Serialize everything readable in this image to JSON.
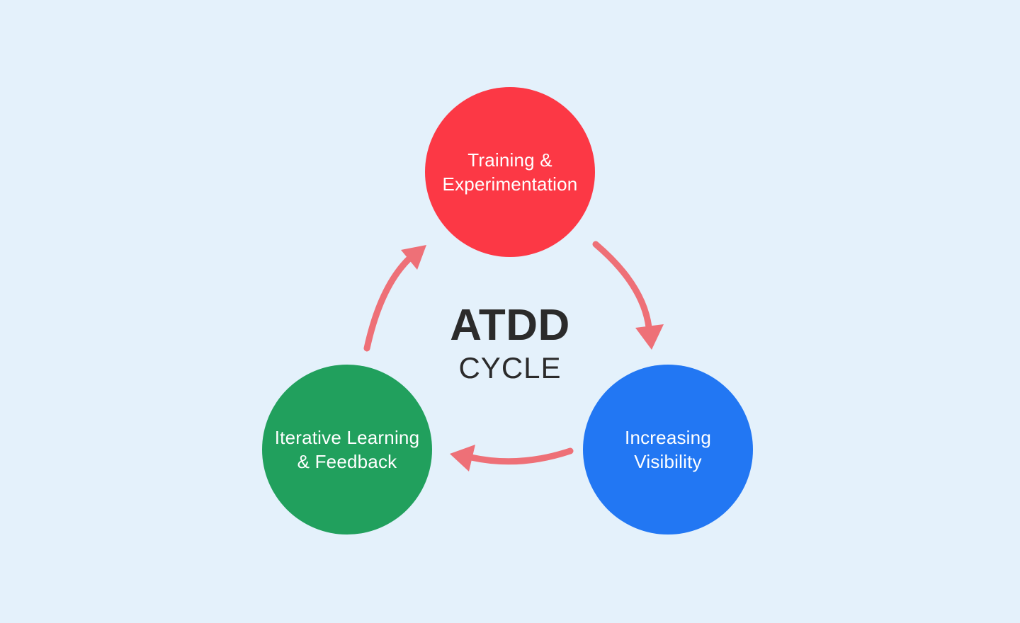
{
  "background_color": "#E4F1FB",
  "title": {
    "main": "ATDD",
    "sub": "CYCLE",
    "text_color": "#2B2B2B"
  },
  "nodes": {
    "training": {
      "label": "Training & Experimentation",
      "lines": [
        "Training &",
        "Experimentation"
      ],
      "color": "#FC3845",
      "text_color": "#FFFFFF"
    },
    "visibility": {
      "label": "Increasing Visibility",
      "lines": [
        "Increasing",
        "Visibility"
      ],
      "color": "#2277F3",
      "text_color": "#FFFFFF"
    },
    "learning": {
      "label": "Iterative Learning & Feedback",
      "lines": [
        "Iterative Learning",
        "& Feedback"
      ],
      "color": "#21A05D",
      "text_color": "#FFFFFF"
    }
  },
  "arrows": {
    "color": "#EE7077",
    "items": [
      {
        "from": "Training & Experimentation",
        "to": "Increasing Visibility"
      },
      {
        "from": "Increasing Visibility",
        "to": "Iterative Learning & Feedback"
      },
      {
        "from": "Iterative Learning & Feedback",
        "to": "Training & Experimentation"
      }
    ]
  }
}
